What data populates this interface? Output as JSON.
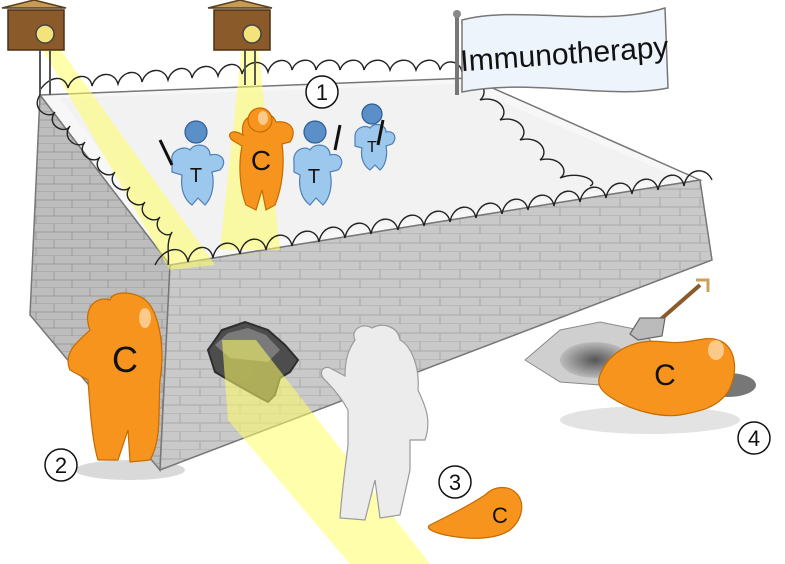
{
  "flag": {
    "text": "Immunotherapy"
  },
  "markers": [
    {
      "label": "1"
    },
    {
      "label": "2"
    },
    {
      "label": "3"
    },
    {
      "label": "4"
    }
  ],
  "cells": {
    "t_label": "T",
    "c_label": "C"
  },
  "colors": {
    "cancer_cell": "#f7941d",
    "t_cell": "#9dc8ee",
    "helmet": "#5b8fc7",
    "wall_face": "#c8c8c8",
    "wall_top": "#b5b5b5",
    "yard": "#f7f7f7",
    "spotlight": "#ffff66",
    "ghost": "#ececec",
    "barbed_wire": "#222222"
  },
  "icons": [
    "watchtower-icon",
    "spotlight-icon",
    "barbed-wire-icon",
    "shovel-icon",
    "flag-icon",
    "baton-icon"
  ]
}
